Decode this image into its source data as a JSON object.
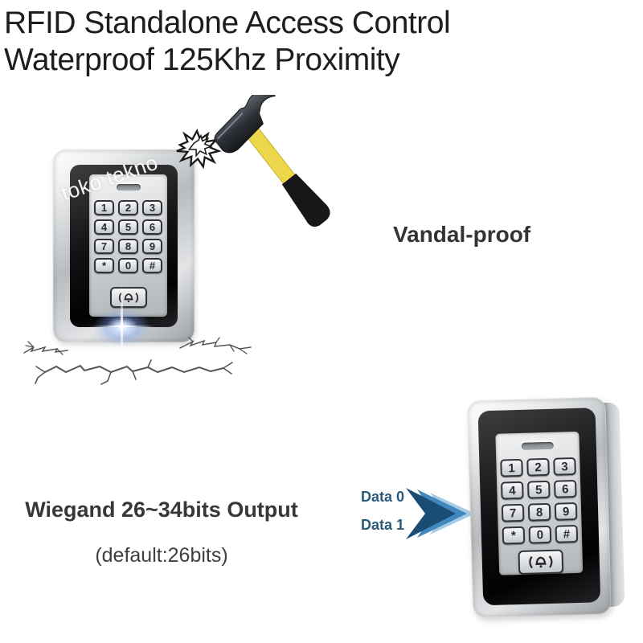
{
  "title": {
    "line1": "RFID Standalone Access Control",
    "line2": "Waterproof 125Khz Proximity"
  },
  "watermark": "toko tekno",
  "annotations": {
    "vandal_proof": "Vandal-proof",
    "wiegand_output": "Wiegand 26~34bits Output",
    "wiegand_default": "(default:26bits)",
    "data0": "Data 0",
    "data1": "Data 1"
  },
  "keypad": {
    "keys": [
      "1",
      "2",
      "3",
      "4",
      "5",
      "6",
      "7",
      "8",
      "9",
      "*",
      "0",
      "#"
    ],
    "bell_button": "doorbell"
  },
  "icons": {
    "hammer": "claw-hammer",
    "impact": "impact-burst",
    "cracks": "wall-cracks",
    "arrow": "fast-forward-arrow",
    "flare": "light-flare",
    "indicator": "led-speaker-slot"
  },
  "colors": {
    "title_text": "#1d1d1d",
    "annotation_text": "#373737",
    "data_label_text": "#2a5b7a",
    "arrow_dark": "#1a4c74",
    "arrow_mid": "#4288bd",
    "arrow_light": "#a6cbe6",
    "hammer_yellow": "#ecd74b",
    "hammer_grip": "#17171a",
    "frame_silver": "#c6c9cc",
    "bezel_black": "#131315"
  }
}
